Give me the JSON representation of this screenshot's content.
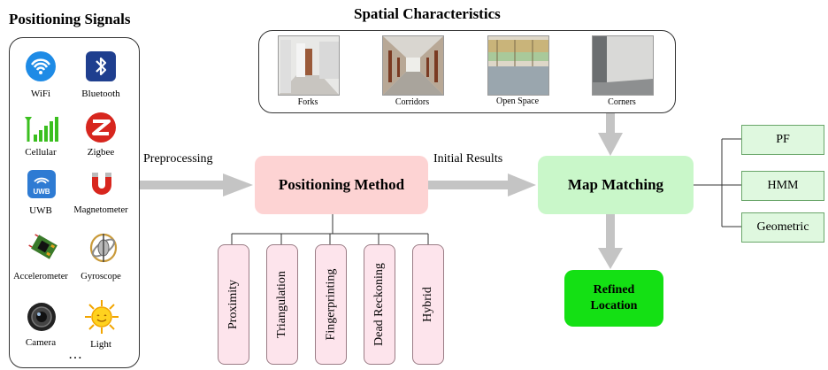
{
  "positioning_signals": {
    "title": "Positioning Signals",
    "items": [
      {
        "label": "WiFi",
        "icon": "wifi-icon"
      },
      {
        "label": "Bluetooth",
        "icon": "bluetooth-icon"
      },
      {
        "label": "Cellular",
        "icon": "cellular-signal-icon"
      },
      {
        "label": "Zigbee",
        "icon": "zigbee-icon"
      },
      {
        "label": "UWB",
        "icon": "uwb-icon"
      },
      {
        "label": "Magnetometer",
        "icon": "magnet-icon"
      },
      {
        "label": "Accelerometer",
        "icon": "accelerometer-chip-icon"
      },
      {
        "label": "Gyroscope",
        "icon": "gyroscope-icon"
      },
      {
        "label": "Camera",
        "icon": "camera-lens-icon"
      },
      {
        "label": "Light",
        "icon": "sun-icon"
      }
    ],
    "more": "…"
  },
  "spatial": {
    "title": "Spatial Characteristics",
    "items": [
      {
        "label": "Forks",
        "icon": "forks-photo"
      },
      {
        "label": "Corridors",
        "icon": "corridor-photo"
      },
      {
        "label": "Open Space",
        "icon": "open-space-photo"
      },
      {
        "label": "Corners",
        "icon": "corner-photo"
      }
    ]
  },
  "flow": {
    "preprocessing": "Preprocessing",
    "initial_results": "Initial Results",
    "positioning_method": "Positioning Method",
    "map_matching": "Map Matching",
    "refined_location": "Refined Location"
  },
  "methods": [
    "Proximity",
    "Triangulation",
    "Fingerprinting",
    "Dead Reckoning",
    "Hybrid"
  ],
  "map_matching_options": [
    "PF",
    "HMM",
    "Geometric"
  ],
  "colors": {
    "positioning_method": "#fdd3d3",
    "map_matching": "#c9f7c9",
    "refined_location": "#14e014",
    "method_box": "#fde4ec",
    "option_box": "#dff8df",
    "arrow": "#c4c4c4"
  }
}
